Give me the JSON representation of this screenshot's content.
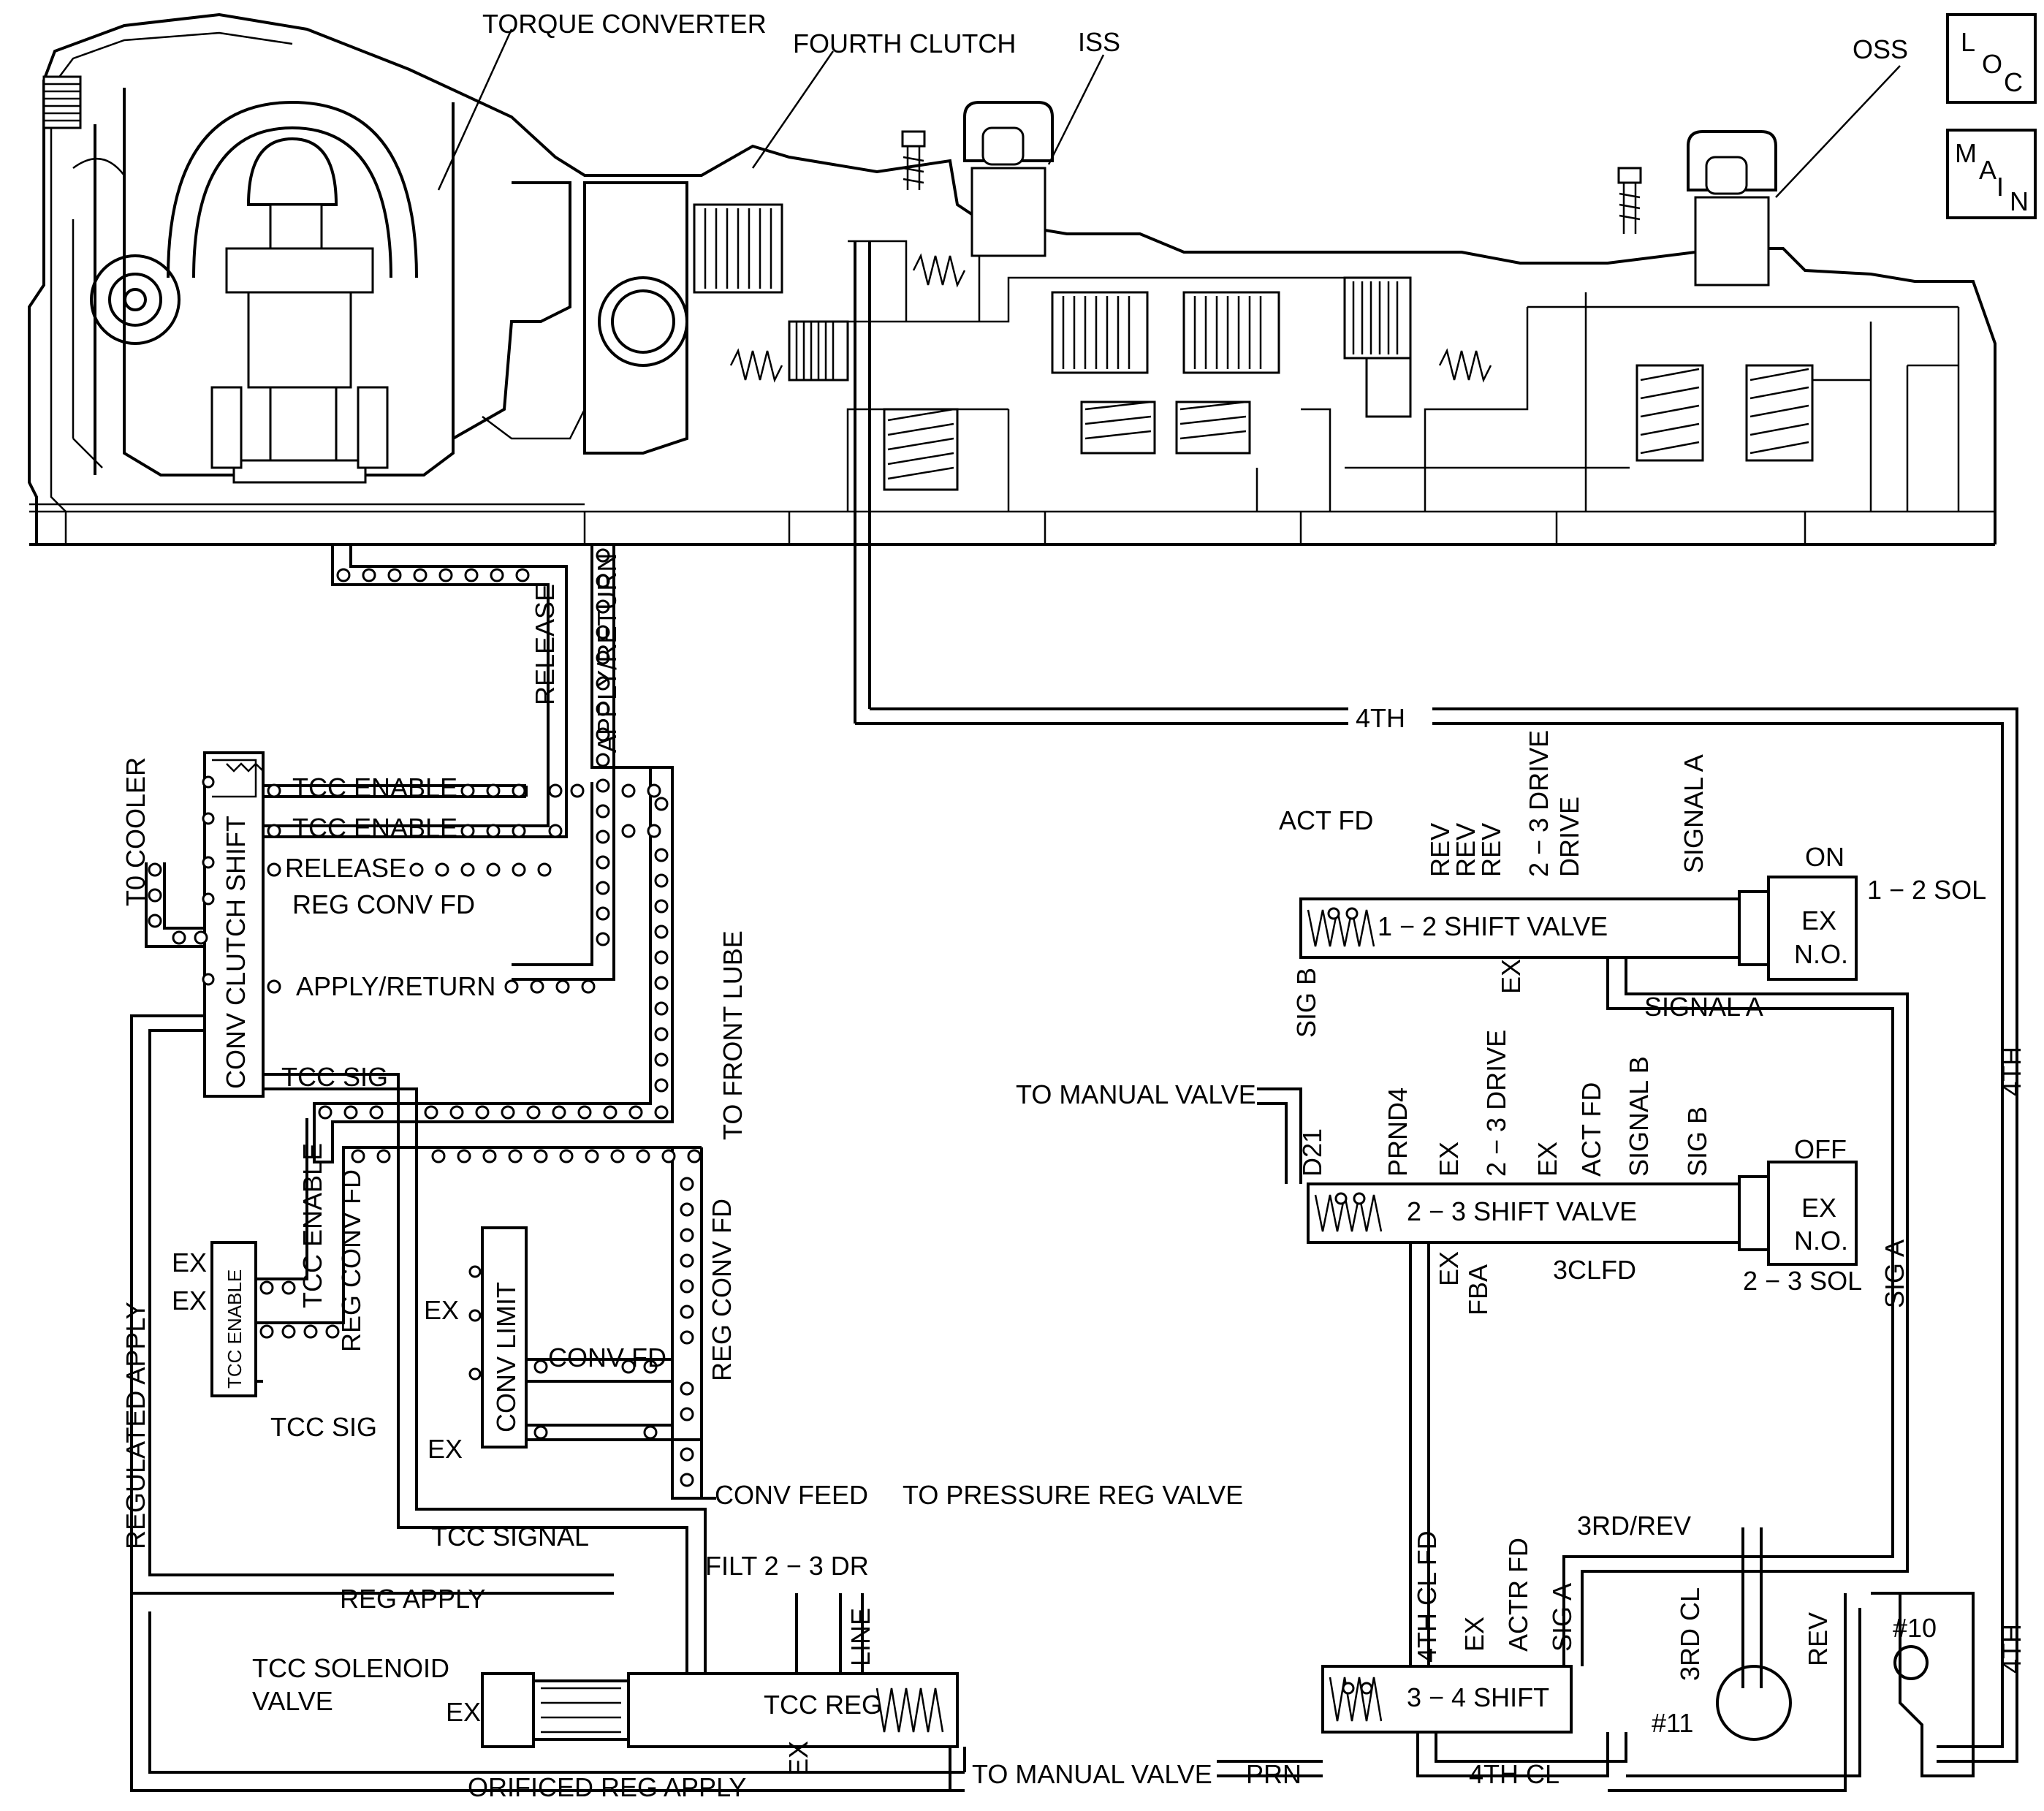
{
  "nav_boxes": {
    "loc": {
      "l1": "L",
      "l2": "O",
      "l3": "C"
    },
    "main": {
      "l1": "M",
      "l2": "A",
      "l3": "I",
      "l4": "N"
    }
  },
  "component_labels": {
    "torque_converter": "TORQUE CONVERTER",
    "fourth_clutch": "FOURTH CLUTCH",
    "iss": "ISS",
    "oss": "OSS"
  },
  "circuit_labels": {
    "release": "RELEASE",
    "apply_return_v": "APPLY/RETURN",
    "to_cooler": "T0 COOLER",
    "tcc_enable_1": "TCC ENABLE",
    "tcc_enable_2": "TCC ENABLE",
    "release_h": "RELEASE",
    "reg_conv_fd": "REG CONV FD",
    "apply_return_h": "APPLY/RETURN",
    "tcc_sig": "TCC SIG",
    "to_front_lube": "TO FRONT LUBE",
    "tcc_enable_v": "TCC ENABLE",
    "reg_conv_fd_v": "REG CONV FD",
    "reg_conv_fd_v2": "REG CONV FD",
    "ex_1": "EX",
    "ex_2": "EX",
    "tcc_sig_2": "TCC SIG",
    "ex_3": "EX",
    "conv_fd": "CONV FD",
    "ex_4": "EX",
    "conv_feed": "CONV FEED",
    "to_pressure_reg": "TO PRESSURE REG VALVE",
    "regulated_apply": "REGULATED APPLY",
    "tcc_signal": "TCC SIGNAL",
    "filt_2_3_dr": "FILT 2 − 3 DR",
    "reg_apply": "REG APPLY",
    "line": "LINE",
    "tcc_solenoid_1": "TCC SOLENOID",
    "tcc_solenoid_2": "VALVE",
    "ex_5": "EX",
    "ex_6": "EX",
    "orificed_reg_apply": "ORIFICED REG APPLY",
    "to_manual_valve_bottom": "TO MANUAL VALVE",
    "prn": "PRN",
    "fourth_top": "4TH",
    "act_fd": "ACT FD",
    "rev_1": "REV",
    "rev_2": "REV",
    "rev_3": "REV",
    "drive_2_3": "2 − 3 DRIVE",
    "drive": "DRIVE",
    "signal_a_v": "SIGNAL A",
    "on": "ON",
    "sol_1_2": "1 − 2 SOL",
    "ex_sol1": "EX",
    "no_sol1": "N.O.",
    "sig_b": "SIG B",
    "ex_12": "EX",
    "signal_a_h": "SIGNAL A",
    "fourth_right": "4TH",
    "to_manual_valve_mid": "TO MANUAL VALVE",
    "d21": "D21",
    "prnd4": "PRND4",
    "ex_23a": "EX",
    "drive_2_3_b": "2 − 3 DRIVE",
    "ex_23b": "EX",
    "act_fd_2": "ACT FD",
    "signal_b": "SIGNAL B",
    "sig_b_2": "SIG B",
    "off": "OFF",
    "ex_sol2": "EX",
    "no_sol2": "N.O.",
    "sol_2_3": "2 − 3 SOL",
    "sig_a": "SIG A",
    "ex_23c": "EX",
    "fba": "FBA",
    "clfd_3": "3CLFD",
    "fourth_cl_fd": "4TH CL FD",
    "ex_34": "EX",
    "actr_fd": "ACTR FD",
    "sig_a_2": "SIG A",
    "rd_rev": "3RD/REV",
    "rd_cl": "3RD CL",
    "rev_4": "REV",
    "num_11": "#11",
    "num_10": "#10",
    "fourth_bottom_right": "4TH",
    "fourth_cl": "4TH CL"
  },
  "valve_labels": {
    "conv_clutch_shift": "CONV CLUTCH SHIFT",
    "tcc_enable_valve": "TCC ENABLE",
    "conv_limit": "CONV LIMIT",
    "tcc_reg": "TCC REG",
    "shift_1_2": "1 − 2 SHIFT VALVE",
    "shift_2_3": "2 − 3 SHIFT VALVE",
    "shift_3_4": "3 − 4 SHIFT"
  }
}
